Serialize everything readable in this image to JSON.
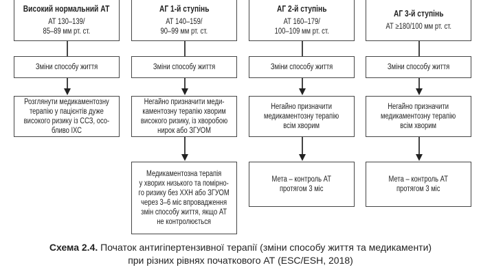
{
  "columns": [
    {
      "title": "Високий нормальний АТ",
      "bp": "АТ 130–139/\n85–89 мм рт. ст.",
      "lifestyle": "Зміни способу життя",
      "action": "Розглянути медикаментозну\nтерапію у пацієнтів дуже\nвисокого ризику із ССЗ, осо-\nбливо ІХС"
    },
    {
      "title": "АГ 1-й ступінь",
      "bp": "АТ 140–159/\n90–99 мм рт. ст.",
      "lifestyle": "Зміни способу життя",
      "action": "Негайно призначити меди-\nкаментозну терапію хворим\nвисокого ризику, із хворобою\nнирок або ЗГУОМ",
      "followup": "Медикаментозна терапія\nу хворих низького та помірно-\nго ризику без ХХН або ЗГУОМ\nчерез 3–6 міс впровадження\nзмін способу життя, якщо АТ\nне контролюється"
    },
    {
      "title": "АГ 2-й ступінь",
      "bp": "АТ 160–179/\n100–109 мм рт. ст.",
      "lifestyle": "Зміни способу життя",
      "action": "Негайно призначити\nмедикаментозну терапію\nвсім хворим",
      "followup": "Мета – контроль АТ\nпротягом 3 міс"
    },
    {
      "title": "АГ 3-й ступінь",
      "bp": "АТ ≥180/100 мм рт. ст.",
      "lifestyle": "Зміни способу життя",
      "action": "Негайно призначити\nмедикаментозну терапію\nвсім хворим",
      "followup": "Мета – контроль АТ\nпротягом 3 міс"
    }
  ],
  "caption": {
    "label": "Схема 2.4.",
    "line1": "Початок антигіпертензивної терапії (зміни способу життя та медикаменти)",
    "line2": "при різних рівнях початкового АТ (ESC/ESH, 2018)"
  }
}
